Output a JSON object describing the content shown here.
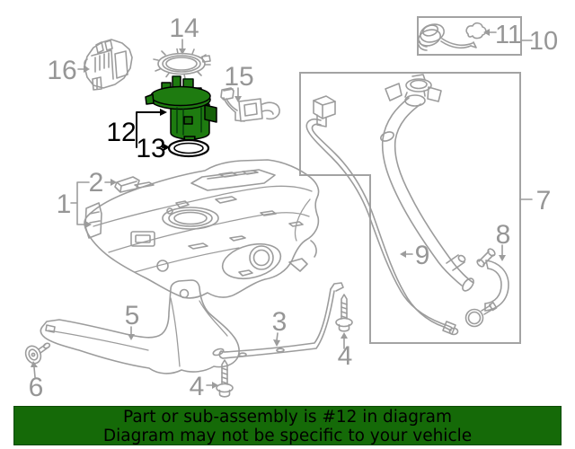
{
  "diagram": {
    "type": "vehicle-parts-exploded-diagram",
    "highlighted_callout": "12",
    "callouts": {
      "n1": "1",
      "n2": "2",
      "n3": "3",
      "n4a": "4",
      "n4b": "4",
      "n5": "5",
      "n6": "6",
      "n7": "7",
      "n8": "8",
      "n9": "9",
      "n10": "10",
      "n11": "11",
      "n12": "12",
      "n13": "13",
      "n14": "14",
      "n15": "15",
      "n16": "16"
    },
    "colors": {
      "line_gray": "#9c9c9c",
      "box_border_gray": "#a3a3a3",
      "callout_gray": "#969696",
      "highlight_black": "#000000",
      "highlight_part_green": "#1e7b10",
      "highlight_part_green_dark": "#156008"
    }
  },
  "banner": {
    "line1": "Part or sub-assembly is #12 in diagram",
    "line2": "Diagram may not be specific to your vehicle",
    "bg_color": "#156a08",
    "text_color": "#000000"
  }
}
